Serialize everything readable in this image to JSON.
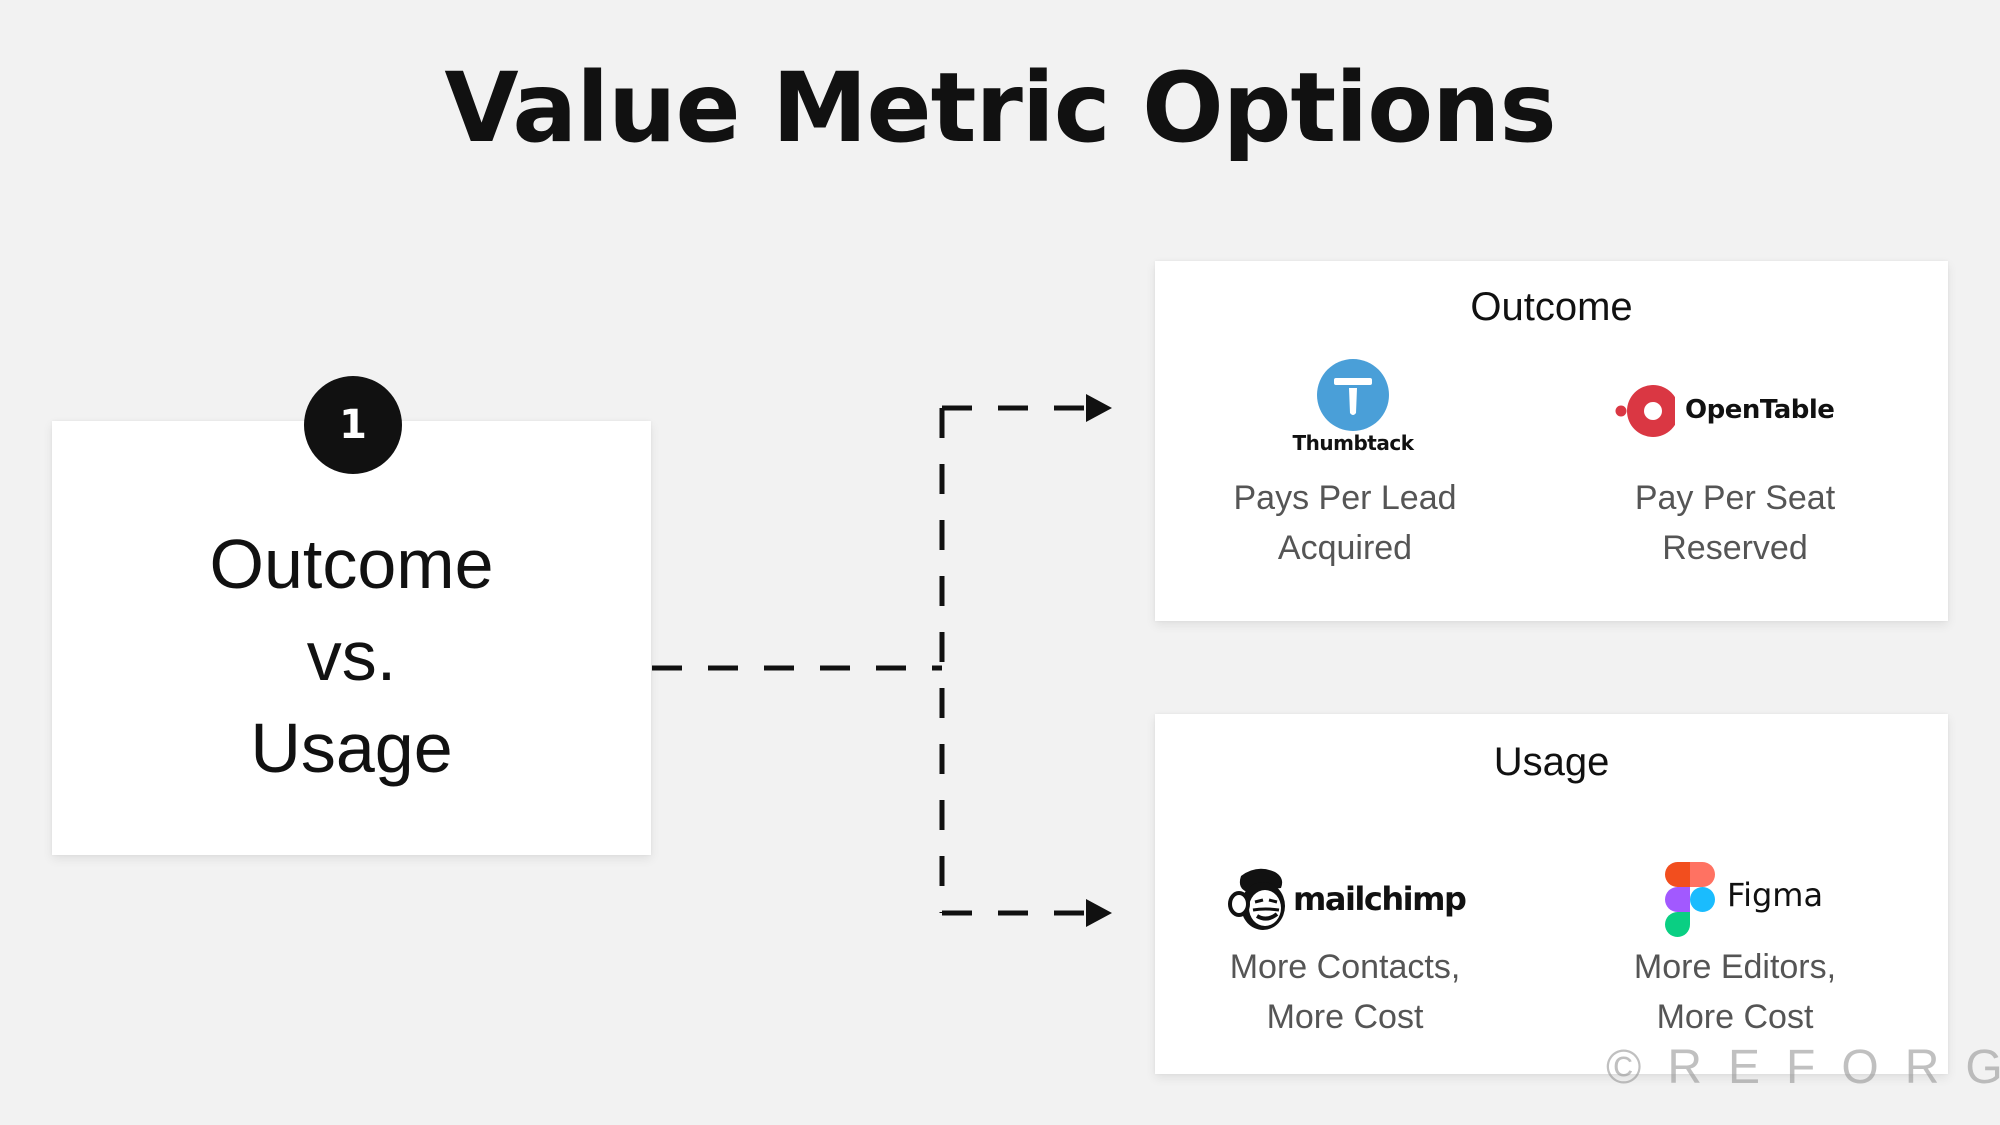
{
  "title": "Value Metric Options",
  "left_box": {
    "badge_number": "1",
    "lines": [
      "Outcome",
      "vs.",
      "Usage"
    ]
  },
  "outcome_card": {
    "title": "Outcome",
    "items": [
      {
        "brand": "Thumbtack",
        "logo_icon": "thumbtack-logo",
        "logo_color": "#4a9fd8",
        "description_lines": [
          "Pays Per Lead",
          "Acquired"
        ]
      },
      {
        "brand": "OpenTable",
        "logo_icon": "opentable-logo",
        "logo_color": "#da3743",
        "description_lines": [
          "Pay Per Seat",
          "Reserved"
        ]
      }
    ]
  },
  "usage_card": {
    "title": "Usage",
    "items": [
      {
        "brand": "mailchimp",
        "logo_icon": "mailchimp-logo",
        "logo_color": "#111111",
        "description_lines": [
          "More Contacts,",
          "More Cost"
        ]
      },
      {
        "brand": "Figma",
        "logo_icon": "figma-logo",
        "logo_colors": [
          "#f24e1e",
          "#ff7262",
          "#a259ff",
          "#1abcfe",
          "#0acf83"
        ],
        "description_lines": [
          "More Editors,",
          "More Cost"
        ]
      }
    ]
  },
  "watermark": "©REFORGE",
  "colors": {
    "background": "#f2f2f2",
    "card": "#ffffff",
    "text": "#111111",
    "description": "#555555",
    "connector": "#111111"
  }
}
